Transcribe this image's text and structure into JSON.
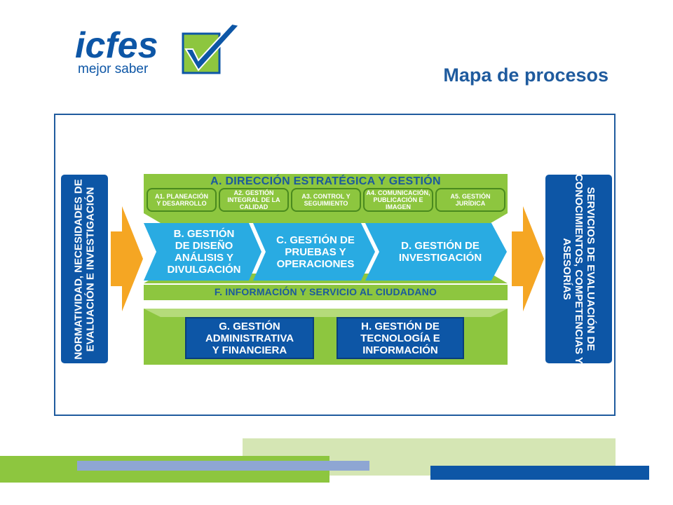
{
  "logo": {
    "brand": "icfes",
    "tagline": "mejor saber"
  },
  "title": "Mapa de procesos",
  "diagram": {
    "left_input": [
      "NORMATIVIDAD, NECESIDADES DE",
      "EVALUACIÓN E INVESTIGACIÓN"
    ],
    "right_output": [
      "SERVICIOS DE EVALUACIÓN DE",
      "CONOCIMIENTOS, COMPETENCIAS Y",
      "ASESORÍAS"
    ],
    "strategic": {
      "title": "A. DIRECCIÓN ESTRATÉGICA Y GESTIÓN",
      "subprocesses": [
        [
          "A1. PLANEACIÓN",
          "Y DESARROLLO"
        ],
        [
          "A2. GESTIÓN",
          "INTEGRAL DE LA",
          "CALIDAD"
        ],
        [
          "A3. CONTROL Y",
          "SEGUIMIENTO"
        ],
        [
          "A4. COMUNICACIÓN,",
          "PUBLICACIÓN E",
          "IMAGEN"
        ],
        [
          "A5. GESTIÓN",
          "JURÍDICA"
        ]
      ]
    },
    "missional": [
      [
        "B. GESTIÓN",
        "DE DISEÑO",
        "ANÁLISIS Y",
        "DIVULGACIÓN"
      ],
      [
        "C. GESTIÓN DE",
        "PRUEBAS Y",
        "OPERACIONES"
      ],
      [
        "D. GESTIÓN DE",
        "INVESTIGACIÓN"
      ]
    ],
    "citizen": "F. INFORMACIÓN Y SERVICIO AL CIUDADANO",
    "support": [
      [
        "G. GESTIÓN",
        "ADMINISTRATIVA",
        "Y FINANCIERA"
      ],
      [
        "H. GESTIÓN DE",
        "TECNOLOGÍA E",
        "INFORMACIÓN"
      ]
    ]
  },
  "colors": {
    "dark_blue": "#0d56a6",
    "light_blue": "#29abe2",
    "green": "#8dc63f",
    "orange": "#f39c12",
    "title_blue": "#1f5b9e"
  }
}
